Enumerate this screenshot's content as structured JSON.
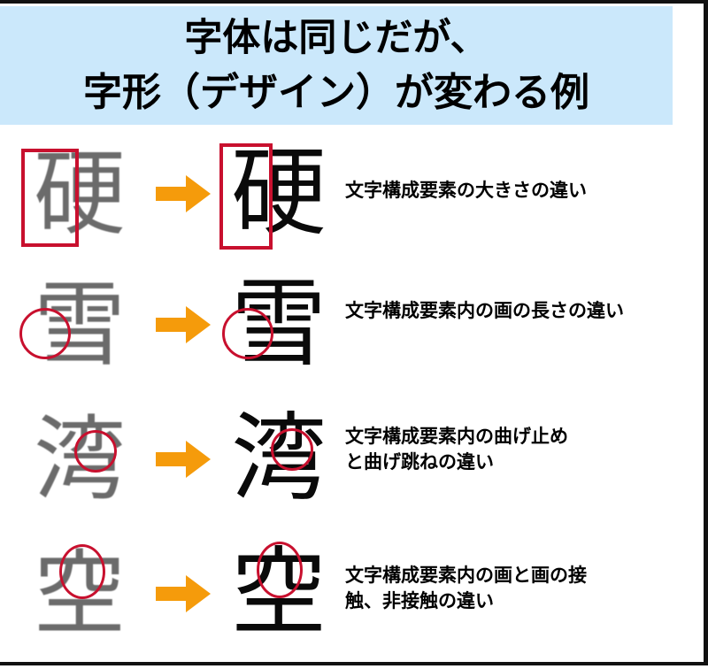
{
  "header": {
    "background_color": "#cbe8fb",
    "title_line1": "字体は同じだが、",
    "title_line2": "字形（デザイン）が変わる例"
  },
  "colors": {
    "arrow": "#f59b0b",
    "annotation_red": "#c8102e",
    "before_glyph": "#6b6b6b",
    "after_glyph": "#0a0a0a",
    "frame": "#111111"
  },
  "arrow_icon_name": "right-arrow-icon",
  "rows": [
    {
      "glyph_before": "硬",
      "glyph_after": "硬",
      "annotation_shape": "rectangle",
      "caption_line1": "文字構成要素の大きさの違い",
      "caption_line2": ""
    },
    {
      "glyph_before": "雪",
      "glyph_after": "雪",
      "annotation_shape": "ellipse",
      "caption_line1": "文字構成要素内の画の長さの違い",
      "caption_line2": ""
    },
    {
      "glyph_before": "湾",
      "glyph_after": "湾",
      "annotation_shape": "ellipse",
      "caption_line1": "文字構成要素内の曲げ止め",
      "caption_line2": "と曲げ跳ねの違い"
    },
    {
      "glyph_before": "空",
      "glyph_after": "空",
      "annotation_shape": "ellipse",
      "caption_line1": "文字構成要素内の画と画の接",
      "caption_line2": "触、非接触の違い"
    }
  ]
}
